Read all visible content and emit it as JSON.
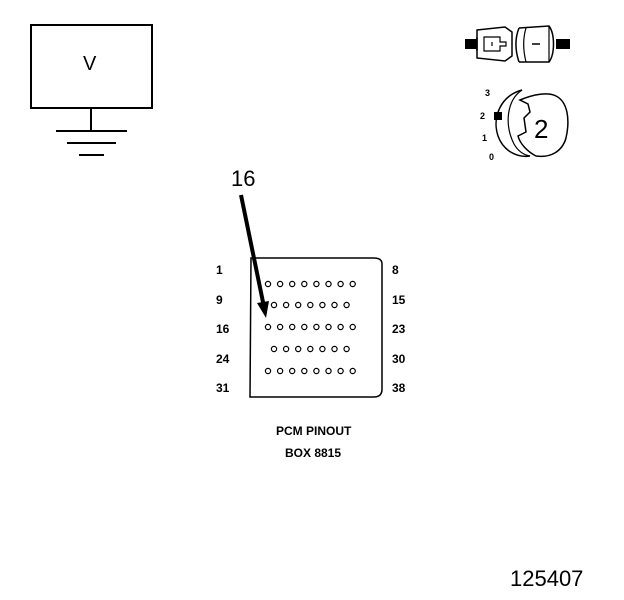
{
  "meter": {
    "label": "V"
  },
  "selector": {
    "positions": [
      "3",
      "2",
      "1",
      "0"
    ],
    "selected": "2"
  },
  "callout": {
    "pin": "16"
  },
  "connector": {
    "rows": [
      {
        "start": "1",
        "end": "8",
        "pins": 8
      },
      {
        "start": "9",
        "end": "15",
        "pins": 7
      },
      {
        "start": "16",
        "end": "23",
        "pins": 8
      },
      {
        "start": "24",
        "end": "30",
        "pins": 7
      },
      {
        "start": "31",
        "end": "38",
        "pins": 8
      }
    ],
    "highlighted_pin": "16",
    "title": "PCM PINOUT",
    "subtitle": "BOX 8815"
  },
  "figure_id": "125407"
}
